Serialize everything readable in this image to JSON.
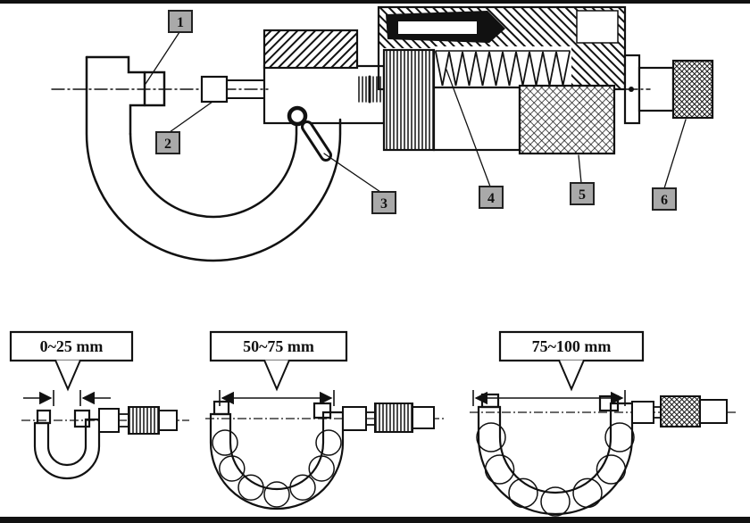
{
  "diagram": {
    "subject": "outside micrometer cutaway with numbered part callouts and three frame sizes",
    "part_labels": [
      {
        "id": "1"
      },
      {
        "id": "2"
      },
      {
        "id": "3"
      },
      {
        "id": "4"
      },
      {
        "id": "5"
      },
      {
        "id": "6"
      }
    ],
    "ranges": [
      "0~25 mm",
      "50~75 mm",
      "75~100 mm"
    ],
    "colors": {
      "ink": "#111111",
      "label_box_fill": "#a9a9a9",
      "paper": "#ffffff"
    }
  }
}
